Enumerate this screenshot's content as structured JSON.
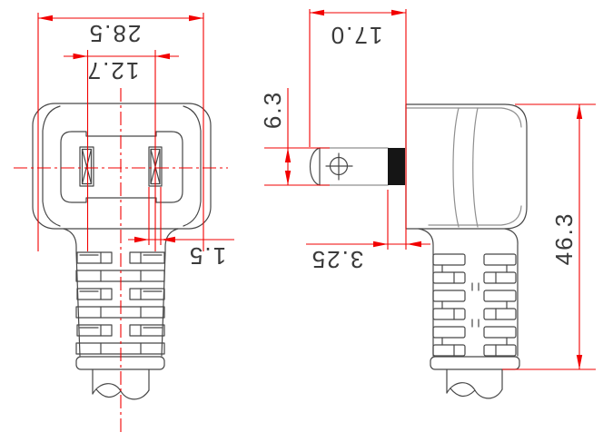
{
  "drawing": {
    "labels": {
      "front_width": "28.5",
      "blade_spacing": "12.7",
      "blade_thickness": "1.5",
      "blade_length": "17.0",
      "blade_width": "6.3",
      "insulator_length": "3.25",
      "overall_height": "46.3"
    },
    "colors": {
      "dimension_red": "#f20000",
      "outline": "#474747",
      "outline_light": "#8f8f8f",
      "insulator_fill": "#151515",
      "background": "#ffffff"
    }
  }
}
